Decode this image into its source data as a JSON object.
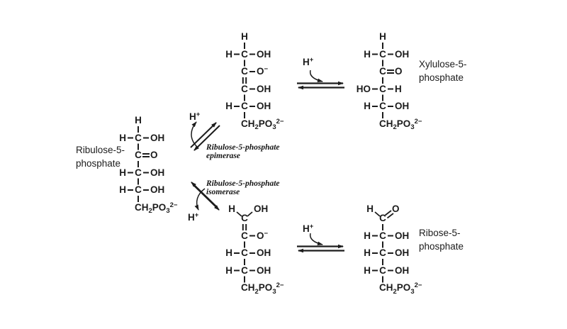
{
  "ink": "#1c1c1c",
  "background": "#ffffff",
  "molecules": {
    "ribulose_5_phosphate": {
      "rows": [
        {
          "t": "atom",
          "c": "H",
          "below": "single"
        },
        {
          "t": "row",
          "l": "H",
          "c": "C",
          "r": "OH",
          "rb": "single",
          "below": "single"
        },
        {
          "t": "row",
          "c": "C",
          "r": "O",
          "rb": "double",
          "below": "single"
        },
        {
          "t": "row",
          "l": "H",
          "c": "C",
          "r": "OH",
          "rb": "single",
          "below": "single"
        },
        {
          "t": "row",
          "l": "H",
          "c": "C",
          "r": "OH",
          "rb": "single",
          "below": "single"
        },
        {
          "t": "formula",
          "c": "CH~2~PO~3~^2−^"
        }
      ]
    },
    "enediolate_top": {
      "rows": [
        {
          "t": "atom",
          "c": "H",
          "below": "single"
        },
        {
          "t": "row",
          "l": "H",
          "c": "C",
          "r": "OH",
          "rb": "single",
          "below": "single"
        },
        {
          "t": "row",
          "c": "C",
          "r": "O^−^",
          "rb": "single",
          "below": "double"
        },
        {
          "t": "row",
          "c": "C",
          "r": "OH",
          "rb": "single",
          "below": "single"
        },
        {
          "t": "row",
          "l": "H",
          "c": "C",
          "r": "OH",
          "rb": "single",
          "below": "single"
        },
        {
          "t": "formula",
          "c": "CH~2~PO~3~^2−^"
        }
      ]
    },
    "xylulose_5_phosphate": {
      "rows": [
        {
          "t": "atom",
          "c": "H",
          "below": "single"
        },
        {
          "t": "row",
          "l": "H",
          "c": "C",
          "r": "OH",
          "rb": "single",
          "below": "single"
        },
        {
          "t": "row",
          "c": "C",
          "r": "O",
          "rb": "double",
          "below": "single"
        },
        {
          "t": "row",
          "l": "HO",
          "c": "C",
          "r": "H",
          "rb": "single",
          "below": "single"
        },
        {
          "t": "row",
          "l": "H",
          "c": "C",
          "r": "OH",
          "rb": "single",
          "below": "single"
        },
        {
          "t": "formula",
          "c": "CH~2~PO~3~^2−^"
        }
      ]
    },
    "enediolate_bottom": {
      "rows": [
        {
          "t": "apex",
          "l": "H",
          "c": "C",
          "r": "OH",
          "rb": "single",
          "below": "double"
        },
        {
          "t": "row",
          "c": "C",
          "r": "O^−^",
          "rb": "single",
          "below": "single"
        },
        {
          "t": "row",
          "l": "H",
          "c": "C",
          "r": "OH",
          "rb": "single",
          "below": "single"
        },
        {
          "t": "row",
          "l": "H",
          "c": "C",
          "r": "OH",
          "rb": "single",
          "below": "single"
        },
        {
          "t": "formula",
          "c": "CH~2~PO~3~^2−^"
        }
      ]
    },
    "ribose_5_phosphate": {
      "rows": [
        {
          "t": "apex",
          "l": "H",
          "c": "C",
          "r": "O",
          "rb": "double",
          "below": "single"
        },
        {
          "t": "row",
          "l": "H",
          "c": "C",
          "r": "OH",
          "rb": "single",
          "below": "single"
        },
        {
          "t": "row",
          "l": "H",
          "c": "C",
          "r": "OH",
          "rb": "single",
          "below": "single"
        },
        {
          "t": "row",
          "l": "H",
          "c": "C",
          "r": "OH",
          "rb": "single",
          "below": "single"
        },
        {
          "t": "formula",
          "c": "CH~2~PO~3~^2−^"
        }
      ]
    }
  },
  "labels": {
    "ribulose": {
      "line1": "Ribulose-5-",
      "line2": "phosphate"
    },
    "xylulose": {
      "line1": "Xylulose-5-",
      "line2": "phosphate"
    },
    "ribose": {
      "line1": "Ribose-5-",
      "line2": "phosphate"
    }
  },
  "enzymes": {
    "epimerase": {
      "line1": "Ribulose-5-phosphate",
      "line2": "epimerase"
    },
    "isomerase": {
      "line1": "Ribulose-5-phosphate",
      "line2": "isomerase"
    }
  },
  "arrows": {
    "epimerase": {
      "proton": {
        "base": "H",
        "charge": "+"
      }
    },
    "isomerase": {
      "proton": {
        "base": "H",
        "charge": "+"
      }
    },
    "xylulose_equilibrium": {
      "proton": {
        "base": "H",
        "charge": "+"
      }
    },
    "ribose_equilibrium": {
      "proton": {
        "base": "H",
        "charge": "+"
      }
    }
  }
}
